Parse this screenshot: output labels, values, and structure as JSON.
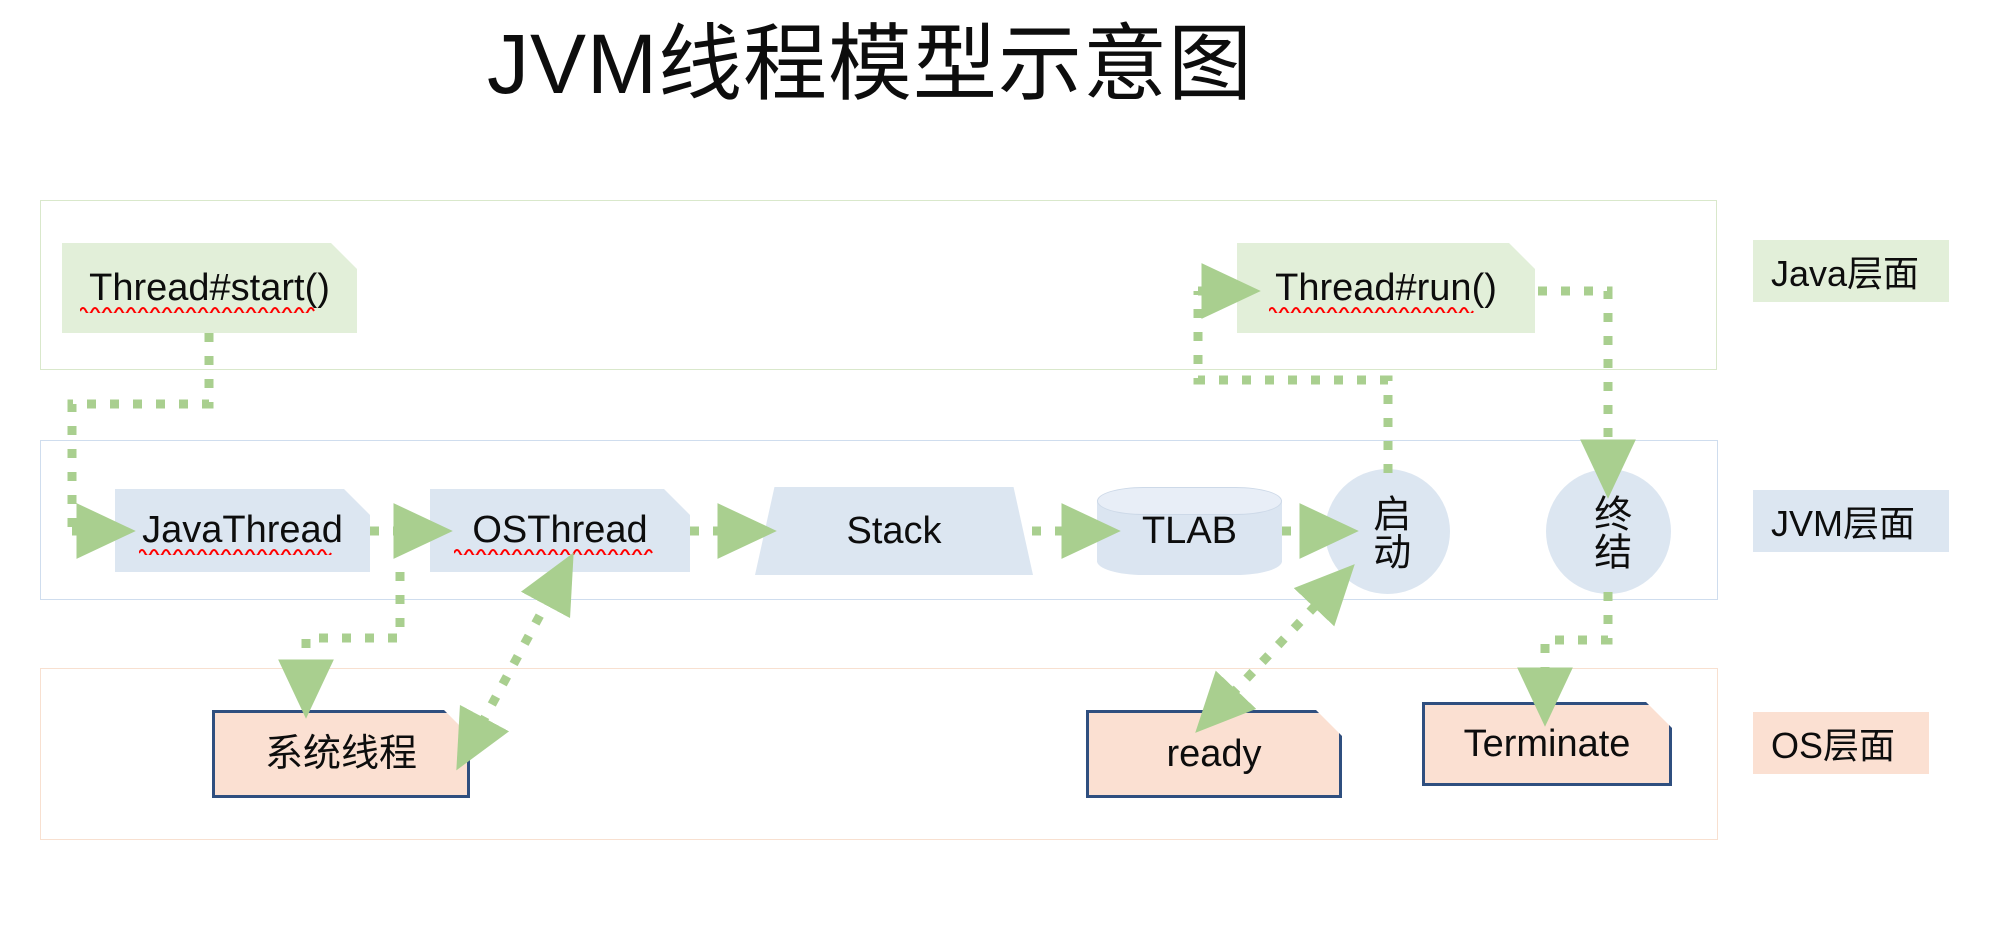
{
  "title": "JVM线程模型示意图",
  "colors": {
    "java_layer": "#e2efd9",
    "jvm_layer": "#dce6f1",
    "os_layer": "#fbe0d2",
    "os_border": "#2f4f7f",
    "arrow": "#a9cf8f",
    "spellcheck_underline": "#ff0000",
    "background": "#ffffff",
    "text": "#0d0d0d"
  },
  "legend": {
    "java": "Java层面",
    "jvm": "JVM层面",
    "os": "OS层面"
  },
  "nodes": {
    "thread_start": "Thread#start()",
    "thread_run": "Thread#run()",
    "java_thread": "JavaThread",
    "os_thread": "OSThread",
    "stack": "Stack",
    "tlab": "TLAB",
    "qidong": "启动",
    "zhongjie": "终结",
    "system_thread": "系统线程",
    "ready": "ready",
    "terminate": "Terminate"
  },
  "diagram_data": {
    "type": "flow-diagram",
    "lanes": [
      {
        "id": "java",
        "label": "Java层面",
        "members": [
          "Thread#start()",
          "Thread#run()"
        ]
      },
      {
        "id": "jvm",
        "label": "JVM层面",
        "members": [
          "JavaThread",
          "OSThread",
          "Stack",
          "TLAB",
          "启动",
          "终结"
        ]
      },
      {
        "id": "os",
        "label": "OS层面",
        "members": [
          "系统线程",
          "ready",
          "Terminate"
        ]
      }
    ],
    "edges": [
      {
        "from": "Thread#start()",
        "to": "JavaThread",
        "style": "dotted",
        "direction": "one-way"
      },
      {
        "from": "JavaThread",
        "to": "OSThread",
        "style": "dotted",
        "direction": "one-way"
      },
      {
        "from": "JavaThread",
        "to": "系统线程",
        "style": "dotted",
        "direction": "one-way"
      },
      {
        "from": "系统线程",
        "to": "OSThread",
        "style": "dotted",
        "direction": "two-way"
      },
      {
        "from": "OSThread",
        "to": "Stack",
        "style": "dotted",
        "direction": "one-way"
      },
      {
        "from": "Stack",
        "to": "TLAB",
        "style": "dotted",
        "direction": "one-way"
      },
      {
        "from": "TLAB",
        "to": "启动",
        "style": "dotted",
        "direction": "one-way"
      },
      {
        "from": "ready",
        "to": "启动",
        "style": "dotted",
        "direction": "two-way"
      },
      {
        "from": "启动",
        "to": "Thread#run()",
        "style": "dotted",
        "direction": "one-way"
      },
      {
        "from": "Thread#run()",
        "to": "终结",
        "style": "dotted",
        "direction": "one-way"
      },
      {
        "from": "终结",
        "to": "Terminate",
        "style": "dotted",
        "direction": "one-way"
      }
    ]
  }
}
